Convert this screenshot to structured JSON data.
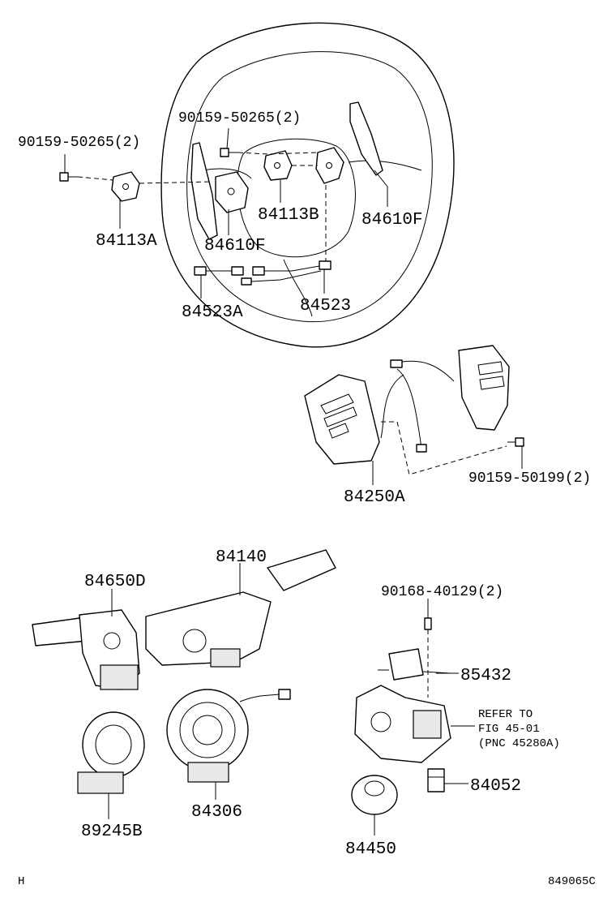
{
  "labels": {
    "p_90159_50265_left": "90159-50265(2)",
    "p_90159_50265_top": "90159-50265(2)",
    "p_84113A": "84113A",
    "p_84610F_center": "84610F",
    "p_84113B": "84113B",
    "p_84610F_right": "84610F",
    "p_84523A": "84523A",
    "p_84523": "84523",
    "p_90159_50199": "90159-50199(2)",
    "p_84250A": "84250A",
    "p_84140": "84140",
    "p_84650D": "84650D",
    "p_90168_40129": "90168-40129(2)",
    "p_85432": "85432",
    "p_84306": "84306",
    "p_89245B": "89245B",
    "p_84052": "84052",
    "p_84450": "84450"
  },
  "refer_note": {
    "line1": "REFER TO",
    "line2": "FIG 45-01",
    "line3": "(PNC 45280A)"
  },
  "footer": {
    "corner_mark": "H",
    "diagram_code": "849065C"
  }
}
